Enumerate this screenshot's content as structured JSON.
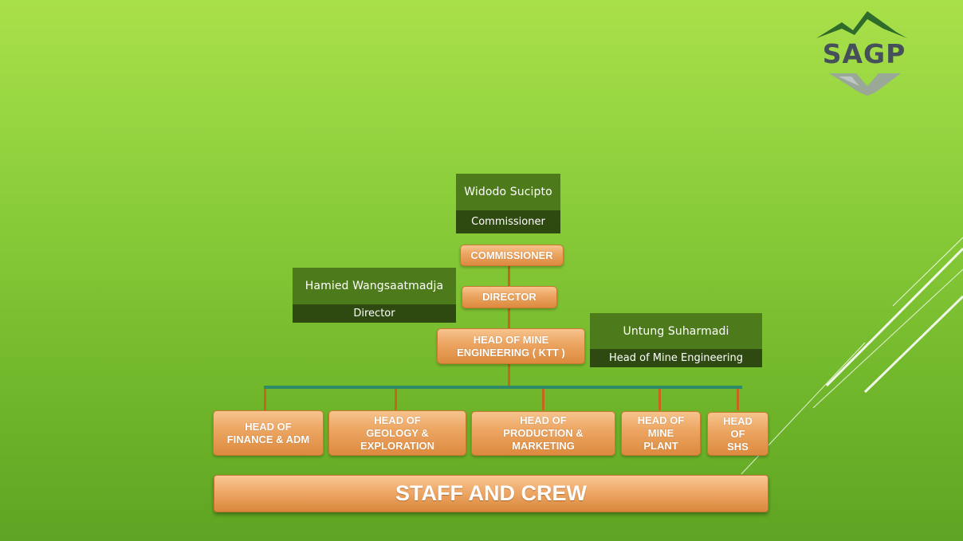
{
  "logo": {
    "text": "SAGP"
  },
  "people": {
    "commissioner": {
      "name": "Widodo Sucipto",
      "role": "Commissioner"
    },
    "director": {
      "name": "Hamied Wangsaatmadja",
      "role": "Director"
    },
    "head_mine_engineering": {
      "name": "Untung Suharmadi",
      "role": "Head of Mine Engineering"
    }
  },
  "org": {
    "commissioner": "COMMISSIONER",
    "director": "DIRECTOR",
    "ktt": "HEAD OF MINE\nENGINEERING ( KTT )",
    "heads": [
      "HEAD OF\nFINANCE & ADM",
      "HEAD OF\nGEOLOGY &\nEXPLORATION",
      "HEAD OF\nPRODUCTION &\nMARKETING",
      "HEAD OF\nMINE\nPLANT",
      "HEAD\nOF\nSHS"
    ],
    "staff": "STAFF AND CREW"
  },
  "colors": {
    "orange": "#eda764",
    "connector": "#c8651d",
    "branch_bar": "#2f8a6a",
    "card_name": "#4d7a1a",
    "card_role": "#2f4a10"
  }
}
